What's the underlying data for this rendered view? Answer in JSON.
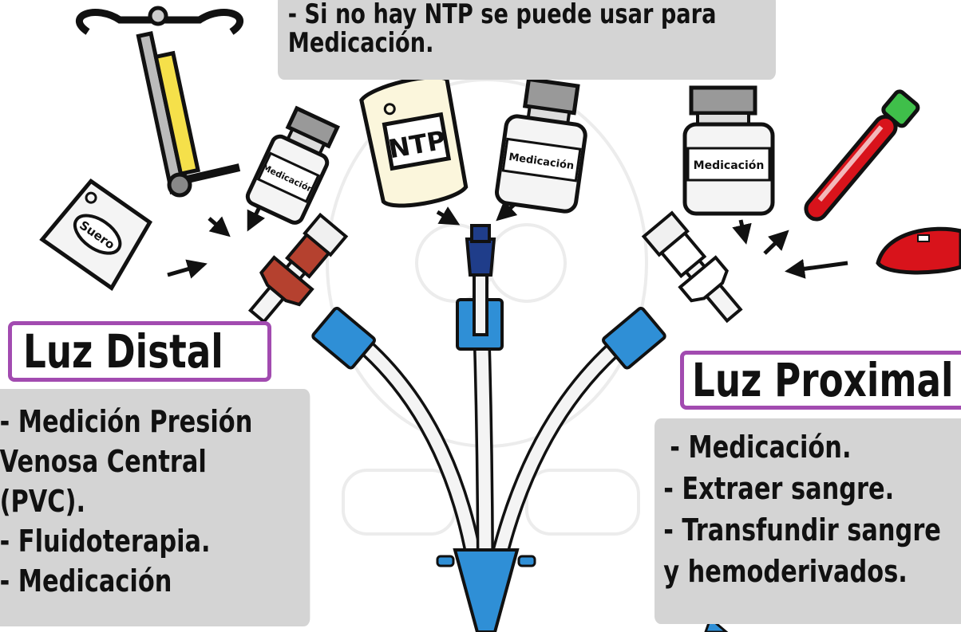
{
  "top_note": {
    "lines": [
      "- Si no hay NTP se puede usar para",
      "Medicación."
    ]
  },
  "distal": {
    "title": "Luz Distal",
    "lines": [
      "- Medición Presión",
      "Venosa Central",
      "(PVC).",
      "- Fluidoterapia.",
      "- Medicación"
    ]
  },
  "proximal": {
    "title": "Luz Proximal",
    "lines": [
      "- Medicación.",
      "- Extraer sangre.",
      "- Transfundir sangre",
      "y hemoderivados."
    ]
  },
  "labels": {
    "suero": "Suero",
    "ntp": "NTP",
    "med_left": "Medicación",
    "med_center": "Medicación",
    "med_right": "Medicación"
  },
  "colors": {
    "title_border": "#a24bb0",
    "text_box": "#d4d4d4",
    "catheter_blue": "#2f8fd6",
    "distal_hub": "#b5412f",
    "medial_hub": "#1f3d8a",
    "blood_red": "#d8131b",
    "cap_green": "#3fbf4a",
    "drip_yellow": "#f5e04a"
  }
}
